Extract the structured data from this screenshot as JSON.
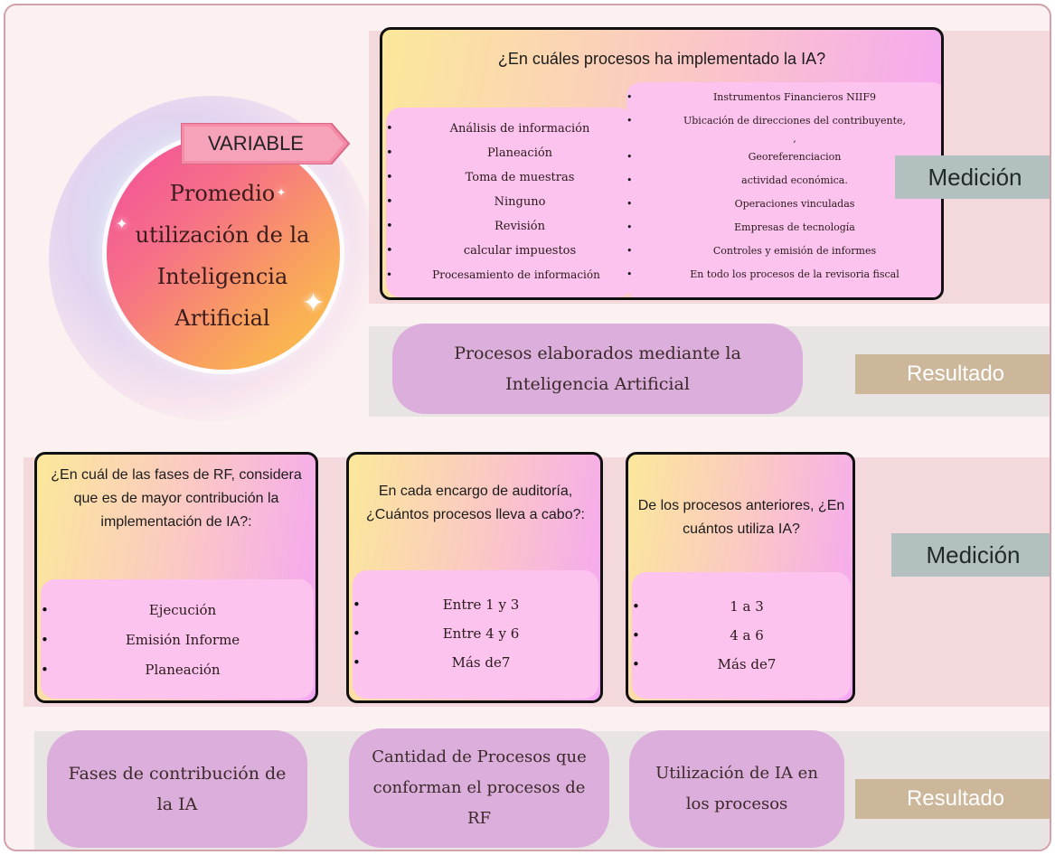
{
  "variable_label": "VARIABLE",
  "variable_name_lines": [
    "Promedio",
    "utilización de la",
    "Inteligencia",
    "Artificial"
  ],
  "q1": {
    "title": "¿En cuáles procesos ha implementado la IA?",
    "left_items": [
      "Análisis de información",
      "Planeación",
      "Toma de muestras",
      "Ninguno",
      "Revisión",
      "calcular impuestos",
      "Procesamiento de información"
    ],
    "right_items": [
      "Instrumentos Financieros NIIF9",
      "Ubicación de direcciones del contribuyente,",
      ",",
      "Georeferenciacion",
      "actividad económica.",
      "Operaciones vinculadas",
      "Empresas de tecnología",
      "Controles y emisión de informes",
      "En todo los procesos de la revisoria fiscal"
    ]
  },
  "measure_label": "Medición",
  "result_label": "Resultado",
  "result1": "Procesos elaborados mediante la Inteligencia Artificial",
  "q2": {
    "title": "¿En cuál de las fases de RF, considera que es de mayor contribución la implementación de IA?:",
    "items": [
      "Ejecución",
      "Emisión Informe",
      "Planeación"
    ]
  },
  "q3": {
    "title": "En cada encargo de auditoría, ¿Cuántos procesos lleva a cabo?:",
    "items": [
      "Entre 1 y 3",
      "Entre 4 y 6",
      "Más de7"
    ]
  },
  "q4": {
    "title": "De los procesos anteriores, ¿En cuántos utiliza IA?",
    "items": [
      "1 a 3",
      "4 a 6",
      "Más de7"
    ]
  },
  "results2": [
    "Fases de contribución de la IA",
    "Cantidad de Procesos que conforman el procesos de RF",
    "Utilización de IA en los procesos"
  ]
}
